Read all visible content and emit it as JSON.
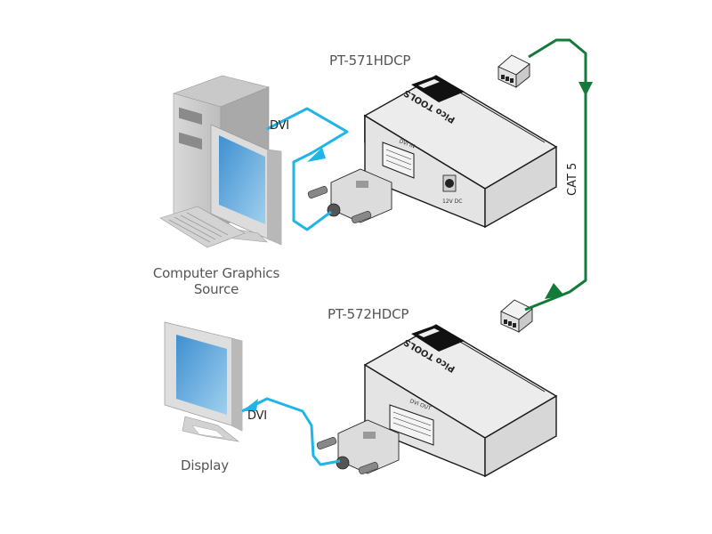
{
  "diagram": {
    "title": "PT-571HDCP / PT-572HDCP DVI over CAT 5 connection",
    "colors": {
      "dvi_cable": "#1fb5e6",
      "cat5_cable": "#137a3a",
      "device_body": "#e6e6e6",
      "device_outline": "#1a1a1a",
      "screen": "#5aa7d9",
      "label_text": "#555555"
    },
    "nodes": {
      "source": {
        "label_line1": "Computer Graphics",
        "label_line2": "Source",
        "icon": "desktop-computer-icon"
      },
      "transmitter": {
        "label": "PT-571HDCP",
        "port_label": "DVI IN",
        "power_label": "12V DC",
        "brand_label": "Pico TOOLS",
        "icon": "kramer-logo-icon"
      },
      "receiver": {
        "label": "PT-572HDCP",
        "port_label": "DVI OUT",
        "brand_label": "Pico TOOLS",
        "icon": "kramer-logo-icon"
      },
      "display": {
        "label": "Display",
        "icon": "monitor-icon"
      }
    },
    "edges": [
      {
        "from": "source",
        "to": "transmitter",
        "label": "DVI",
        "type": "dvi"
      },
      {
        "from": "transmitter",
        "to": "receiver",
        "label": "CAT 5",
        "type": "cat5"
      },
      {
        "from": "receiver",
        "to": "display",
        "label": "DVI",
        "type": "dvi"
      }
    ]
  }
}
